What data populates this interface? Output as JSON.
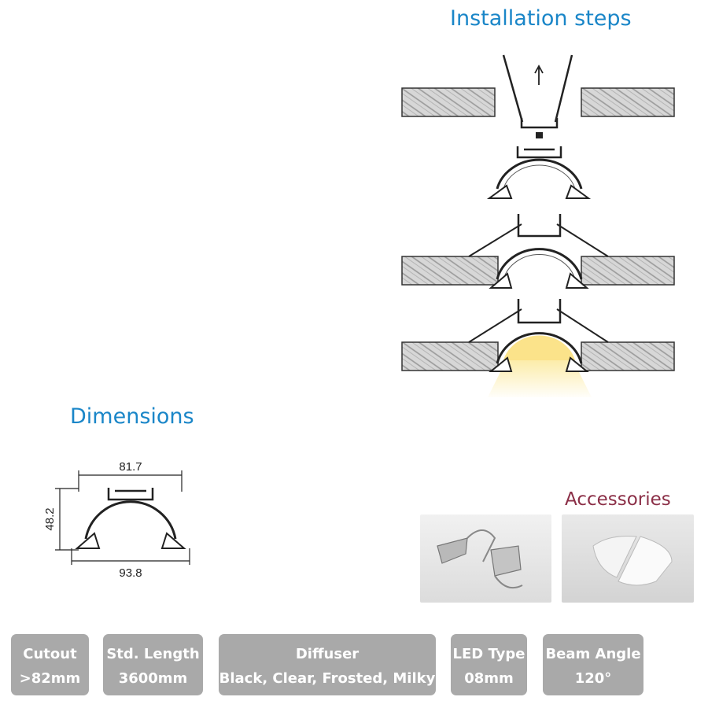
{
  "sections": {
    "installation_title": "Installation steps",
    "dimensions_title": "Dimensions",
    "accessories_title": "Accessories"
  },
  "dimensions": {
    "width_top": "81.7",
    "height": "48.2",
    "width_bottom": "93.8"
  },
  "specs": [
    {
      "label": "Cutout",
      "value": ">82mm"
    },
    {
      "label": "Std. Length",
      "value": "3600mm"
    },
    {
      "label": "Diffuser",
      "value": "Black, Clear, Frosted, Milky"
    },
    {
      "label": "LED Type",
      "value": "08mm"
    },
    {
      "label": "Beam Angle",
      "value": "120°"
    }
  ],
  "colors": {
    "heading_blue": "#1a86c8",
    "accessories_red": "#8b2f47",
    "spec_box_gray": "#a9a9a9",
    "light_glow": "#fbe99a"
  }
}
